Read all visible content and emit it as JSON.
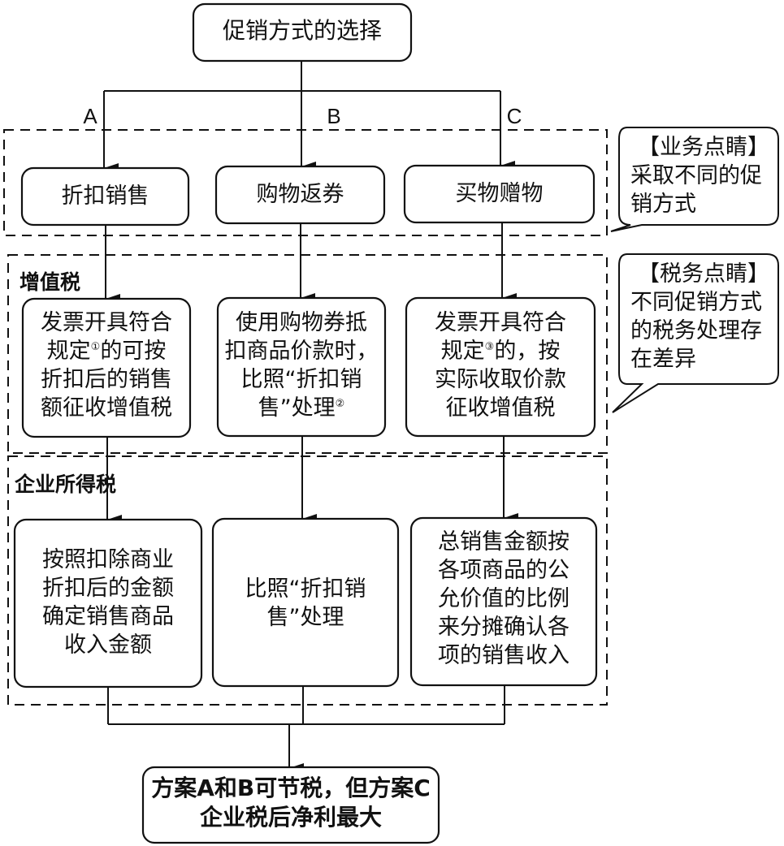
{
  "diagram": {
    "root": {
      "label": "促销方式的选择"
    },
    "branches": [
      {
        "letter": "A",
        "method": "折扣销售",
        "vat": {
          "lines": [
            "发票开具符合",
            "规定",
            "的可按",
            "折扣后的销售",
            "额征收增值税"
          ],
          "note": "①"
        },
        "cit": {
          "lines": [
            "按照扣除商业",
            "折扣后的金额",
            "确定销售商品",
            "收入金额"
          ]
        }
      },
      {
        "letter": "B",
        "method": "购物返券",
        "vat": {
          "lines": [
            "使用购物券抵",
            "扣商品价款时，",
            "比照“折扣销",
            "售”处理"
          ],
          "note": "②"
        },
        "cit": {
          "lines": [
            "比照“折扣销",
            "售”处理"
          ]
        }
      },
      {
        "letter": "C",
        "method": "买物赠物",
        "vat": {
          "lines": [
            "发票开具符合",
            "规定",
            "的，按",
            "实际收取价款",
            "征收增值税"
          ],
          "note": "③"
        },
        "cit": {
          "lines": [
            "总销售金额按",
            "各项商品的公",
            "允价值的比例",
            "来分摊确认各",
            "项的销售收入"
          ]
        }
      }
    ],
    "sections": {
      "vat_label": "增值税",
      "cit_label": "企业所得税"
    },
    "callouts": {
      "business": {
        "title": "【业务点睛】",
        "lines": [
          "采取不同的促",
          "销方式"
        ]
      },
      "tax": {
        "title": "【税务点睛】",
        "lines": [
          "不同促销方式",
          "的税务处理存",
          "在差异"
        ]
      }
    },
    "result": {
      "lines": [
        "方案A和B可节税，但方案C",
        "企业税后净利最大"
      ]
    }
  }
}
